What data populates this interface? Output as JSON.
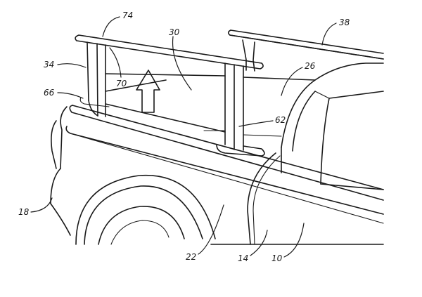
{
  "labels": {
    "r74": "74",
    "r38": "38",
    "r30": "30",
    "r34": "34",
    "r70": "70",
    "r26": "26",
    "r66": "66",
    "r62": "62",
    "r18": "18",
    "r22": "22",
    "r14": "14",
    "r10": "10"
  }
}
